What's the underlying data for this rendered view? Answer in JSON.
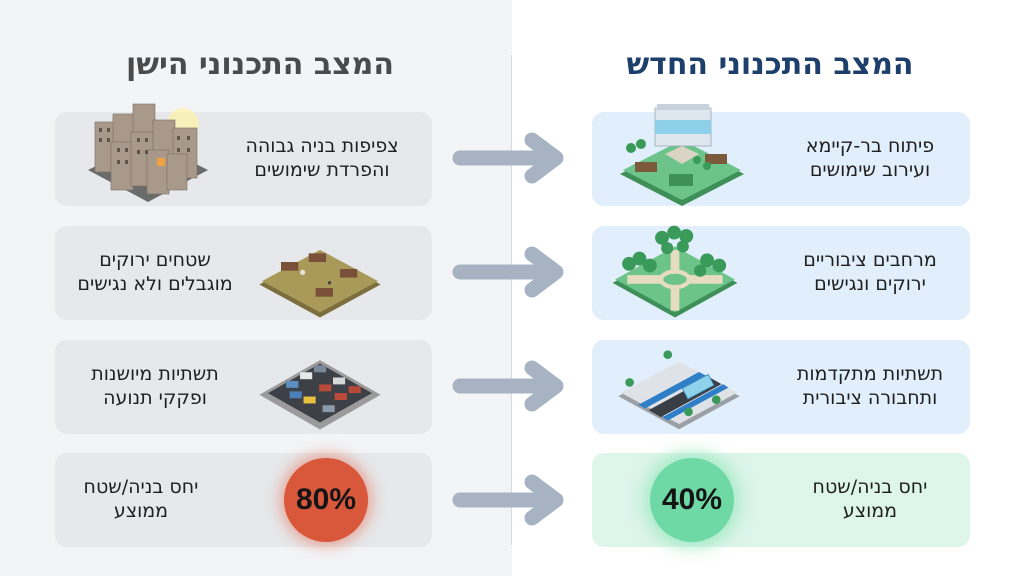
{
  "titles": {
    "old": "המצב התכנוני הישן",
    "new": "המצב התכנוני החדש"
  },
  "colors": {
    "old_title": "#4a4a4a",
    "new_title": "#1d3f6b",
    "old_card_bg": "#e6e8eb",
    "new_card_bg": "#e1eefb",
    "new_ratio_card_bg": "#ddf5ea",
    "arrow": "#a7b3c2",
    "old_ratio_badge": "#d9573a",
    "new_ratio_badge": "#6fd9a6"
  },
  "rows": [
    {
      "old": {
        "line1": "צפיפות בניה גבוהה",
        "line2": "והפרדת שימושים",
        "illustration": "dense-buildings-illustration"
      },
      "new": {
        "line1": "פיתוח בר-קיימא",
        "line2": "ועירוב שימושים",
        "illustration": "green-building-illustration"
      }
    },
    {
      "old": {
        "line1": "שטחים ירוקים",
        "line2": "מוגבלים ולא נגישים",
        "illustration": "neglected-park-illustration"
      },
      "new": {
        "line1": "מרחבים ציבוריים",
        "line2": "ירוקים ונגישים",
        "illustration": "green-park-illustration"
      }
    },
    {
      "old": {
        "line1": "תשתיות מיושנות",
        "line2": "ופקקי תנועה",
        "illustration": "traffic-jam-illustration"
      },
      "new": {
        "line1": "תשתיות מתקדמות",
        "line2": "ותחבורה ציבורית",
        "illustration": "public-transit-illustration"
      }
    },
    {
      "old": {
        "line1": "יחס בניה/שטח",
        "line2": "ממוצע",
        "value": "80%"
      },
      "new": {
        "line1": "יחס בניה/שטח",
        "line2": "ממוצע",
        "value": "40%"
      }
    }
  ]
}
